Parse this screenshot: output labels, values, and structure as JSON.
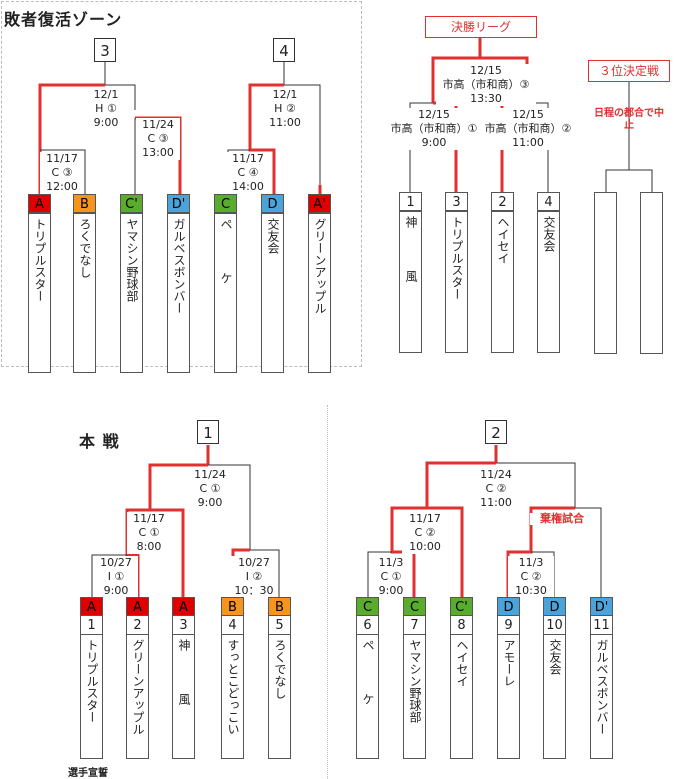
{
  "consolation": {
    "title": "敗者復活ゾーン",
    "round_a": "3",
    "round_b": "4",
    "matches": [
      {
        "date": "12/1",
        "court": "H ①",
        "time": "9:00"
      },
      {
        "date": "11/17",
        "court": "C ③",
        "time": "12:00"
      },
      {
        "date": "11/24",
        "court": "C ③",
        "time": "13:00"
      },
      {
        "date": "12/1",
        "court": "H ②",
        "time": "11:00"
      },
      {
        "date": "11/17",
        "court": "C ④",
        "time": "14:00"
      }
    ],
    "teams": [
      {
        "badge": "A",
        "color": "red",
        "name": "トリプルスター"
      },
      {
        "badge": "B",
        "color": "orange",
        "name": "ろくでなし"
      },
      {
        "badge": "C'",
        "color": "green",
        "name": "ヤマシン野球部"
      },
      {
        "badge": "D'",
        "color": "blue",
        "name": "ガルベスボンバー"
      },
      {
        "badge": "C",
        "color": "green",
        "name": "ペ ケ"
      },
      {
        "badge": "D",
        "color": "blue",
        "name": "交友会"
      },
      {
        "badge": "A'",
        "color": "red",
        "name": "グリーンアップル"
      }
    ]
  },
  "final_league": {
    "title": "決勝リーグ",
    "third_place_title": "３位決定戦",
    "third_place_note": "日程の都合で中止",
    "matches": [
      {
        "date": "12/15",
        "court": "市高（市和商）③",
        "time": "13:30"
      },
      {
        "date": "12/15",
        "court": "市高（市和商）①",
        "time": "9:00"
      },
      {
        "date": "12/15",
        "court": "市高（市和商）②",
        "time": "11:00"
      }
    ],
    "teams": [
      {
        "num": "1",
        "name": "神 風"
      },
      {
        "num": "3",
        "name": "トリプルスター"
      },
      {
        "num": "2",
        "name": "ヘイセイ"
      },
      {
        "num": "4",
        "name": "交友会"
      }
    ]
  },
  "main": {
    "title": "本 戦",
    "round_1": "1",
    "round_2": "2",
    "forfeit": "棄権試合",
    "oath": "選手宣誓",
    "matches": [
      {
        "date": "11/24",
        "court": "C ①",
        "time": "9:00"
      },
      {
        "date": "11/17",
        "court": "C ①",
        "time": "8:00"
      },
      {
        "date": "10/27",
        "court": "I ①",
        "time": "9:00"
      },
      {
        "date": "10/27",
        "court": "I ②",
        "time": "10：30"
      },
      {
        "date": "11/24",
        "court": "C ②",
        "time": "11:00"
      },
      {
        "date": "11/17",
        "court": "C ②",
        "time": "10:00"
      },
      {
        "date": "11/3",
        "court": "C ①",
        "time": "9:00"
      },
      {
        "date": "11/3",
        "court": "C ②",
        "time": "10:30"
      }
    ],
    "teams": [
      {
        "badge": "A",
        "color": "red",
        "num": "1",
        "name": "トリプルスター"
      },
      {
        "badge": "A",
        "color": "red",
        "num": "2",
        "name": "グリーンアップル"
      },
      {
        "badge": "A",
        "color": "red",
        "num": "3",
        "name": "神 風"
      },
      {
        "badge": "B",
        "color": "orange",
        "num": "4",
        "name": "すっとこどっこい"
      },
      {
        "badge": "B",
        "color": "orange",
        "num": "5",
        "name": "ろくでなし"
      },
      {
        "badge": "C",
        "color": "green",
        "num": "6",
        "name": "ペ ケ"
      },
      {
        "badge": "C",
        "color": "green",
        "num": "7",
        "name": "ヤマシン野球部"
      },
      {
        "badge": "C'",
        "color": "green",
        "num": "8",
        "name": "ヘイセイ"
      },
      {
        "badge": "D",
        "color": "blue",
        "num": "9",
        "name": "アモーレ"
      },
      {
        "badge": "D",
        "color": "blue",
        "num": "10",
        "name": "交友会"
      },
      {
        "badge": "D'",
        "color": "blue",
        "num": "11",
        "name": "ガルベスボンバー"
      }
    ]
  }
}
